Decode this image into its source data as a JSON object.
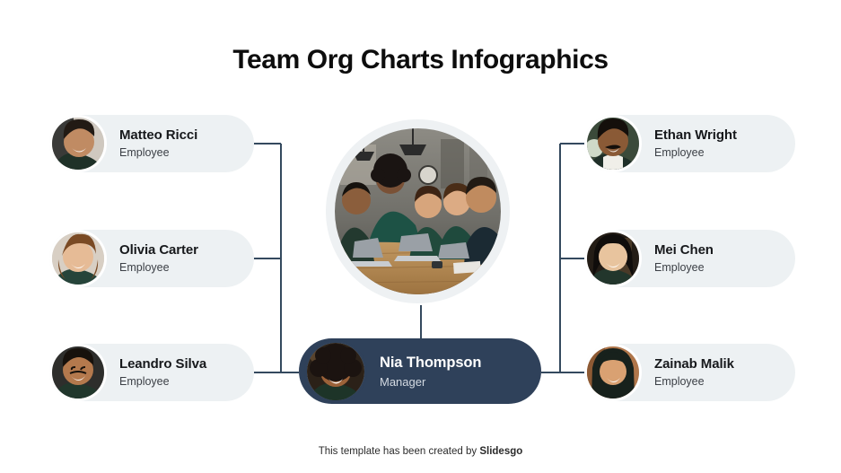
{
  "slide": {
    "title": "Team Org Charts Infographics",
    "background_color": "#ffffff",
    "accent_dark": "#2f415a",
    "card_background": "#edf1f3",
    "line_color": "#34495e"
  },
  "hero": {
    "name": "team-meeting-photo",
    "alt": "Team collaborating around a table with laptops"
  },
  "manager": {
    "name": "Nia Thompson",
    "role": "Manager",
    "avatar": "nia-thompson-avatar"
  },
  "left_column": [
    {
      "name": "Matteo Ricci",
      "role": "Employee",
      "avatar": "matteo-ricci-avatar"
    },
    {
      "name": "Olivia Carter",
      "role": "Employee",
      "avatar": "olivia-carter-avatar"
    },
    {
      "name": "Leandro Silva",
      "role": "Employee",
      "avatar": "leandro-silva-avatar"
    }
  ],
  "right_column": [
    {
      "name": "Ethan Wright",
      "role": "Employee",
      "avatar": "ethan-wright-avatar"
    },
    {
      "name": "Mei Chen",
      "role": "Employee",
      "avatar": "mei-chen-avatar"
    },
    {
      "name": "Zainab Malik",
      "role": "Employee",
      "avatar": "zainab-malik-avatar"
    }
  ],
  "footer": {
    "text": "This template has been created by ",
    "brand": "Slidesgo"
  }
}
